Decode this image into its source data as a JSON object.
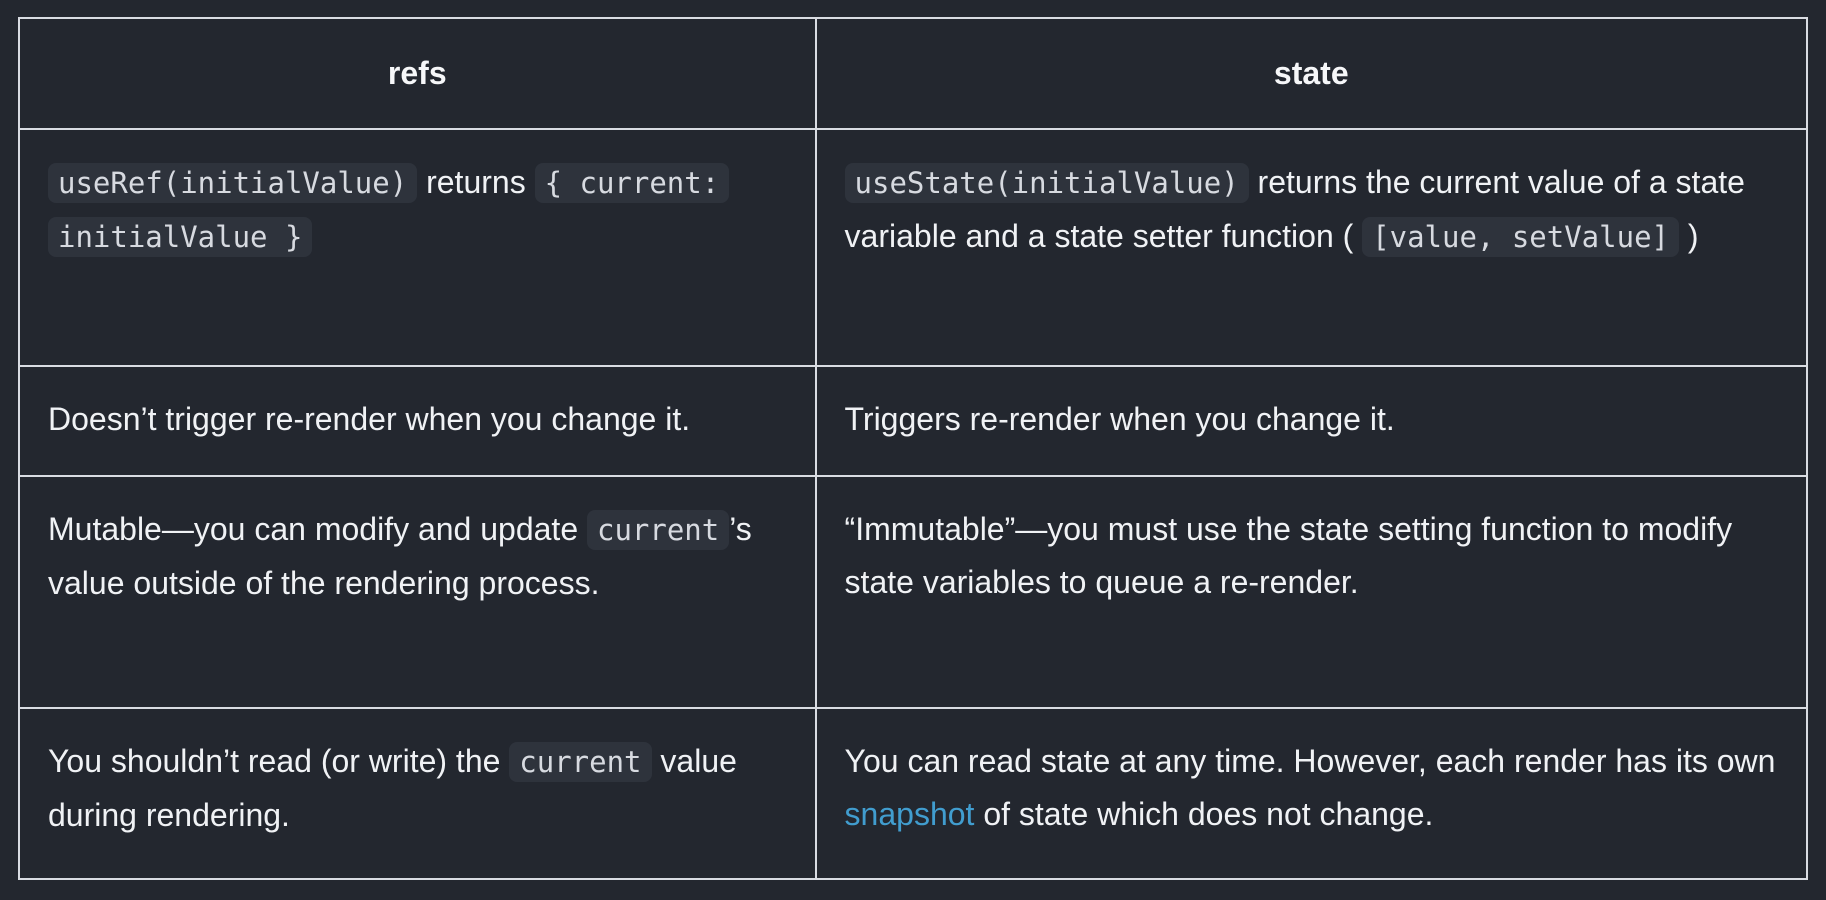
{
  "colors": {
    "page-bg": "#23272f",
    "border": "#d9dce2",
    "heading-text": "#f6f7f9",
    "body-text": "#f0f2f5",
    "code-text": "#d7dae0",
    "code-bg": "#2e333c",
    "link": "#419dcf"
  },
  "table": {
    "header": {
      "refs": "refs",
      "state": "state"
    },
    "rows": [
      {
        "refs": [
          {
            "t": "code",
            "v": "useRef(initialValue)"
          },
          {
            "t": "text",
            "v": " returns "
          },
          {
            "t": "code",
            "v": "{ current: initialValue }"
          }
        ],
        "state": [
          {
            "t": "code",
            "v": "useState(initialValue)"
          },
          {
            "t": "text",
            "v": " returns the current value of a state variable and a state setter function ( "
          },
          {
            "t": "code",
            "v": "[value, setValue]"
          },
          {
            "t": "text",
            "v": " )"
          }
        ]
      },
      {
        "refs": [
          {
            "t": "text",
            "v": "Doesn’t trigger re-render when you change it."
          }
        ],
        "state": [
          {
            "t": "text",
            "v": "Triggers re-render when you change it."
          }
        ]
      },
      {
        "refs": [
          {
            "t": "text",
            "v": "Mutable—you can modify and update "
          },
          {
            "t": "code",
            "v": "current"
          },
          {
            "t": "text",
            "v": "’s value outside of the rendering process."
          }
        ],
        "state": [
          {
            "t": "text",
            "v": "“Immutable”—you must use the state setting function to modify state variables to queue a re-render."
          }
        ]
      },
      {
        "refs": [
          {
            "t": "text",
            "v": "You shouldn’t read (or write) the "
          },
          {
            "t": "code",
            "v": "current"
          },
          {
            "t": "text",
            "v": " value during rendering."
          }
        ],
        "state": [
          {
            "t": "text",
            "v": "You can read state at any time. However, each render has its own "
          },
          {
            "t": "link",
            "v": "snapshot",
            "name": "snapshot-link"
          },
          {
            "t": "text",
            "v": " of state which does not change."
          }
        ]
      }
    ]
  }
}
